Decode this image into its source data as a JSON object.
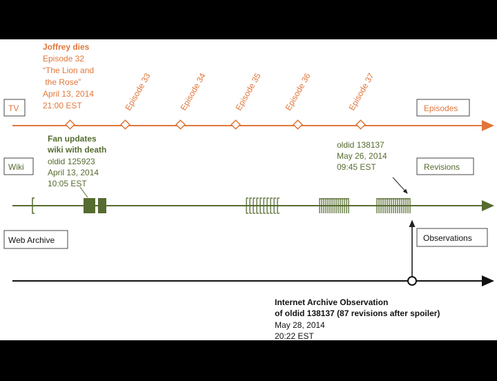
{
  "colors": {
    "tv": "#e0763a",
    "wiki": "#556b2f",
    "archive": "#111111",
    "background": "#ffffff",
    "frame": "#000000"
  },
  "tracks": {
    "tv": {
      "label": "TV",
      "box_label": "Episodes"
    },
    "wiki": {
      "label": "Wiki",
      "box_label": "Revisions"
    },
    "archive": {
      "label": "Web Archive",
      "box_label": "Observations"
    }
  },
  "tv_event": {
    "title": "Joffrey dies",
    "lines": [
      "Episode 32",
      "“The Lion and",
      " the Rose”",
      "April 13, 2014",
      "21:00 EST"
    ]
  },
  "episodes": [
    "Episode 33",
    "Episode 34",
    "Episode 35",
    "Episode 36",
    "Episode 37"
  ],
  "wiki_event": {
    "title_lines": [
      "Fan updates",
      "wiki with death"
    ],
    "lines": [
      "oldid 125923",
      "April 13, 2014",
      "10:05 EST"
    ]
  },
  "revision_note": {
    "lines": [
      "oldid 138137",
      "May 26, 2014",
      "09:45 EST"
    ]
  },
  "archive_event": {
    "title_lines": [
      "Internet Archive Observation",
      "of oldid 138137 (87 revisions after spoiler)"
    ],
    "lines": [
      "May 28, 2014",
      "20:22 EST"
    ]
  }
}
